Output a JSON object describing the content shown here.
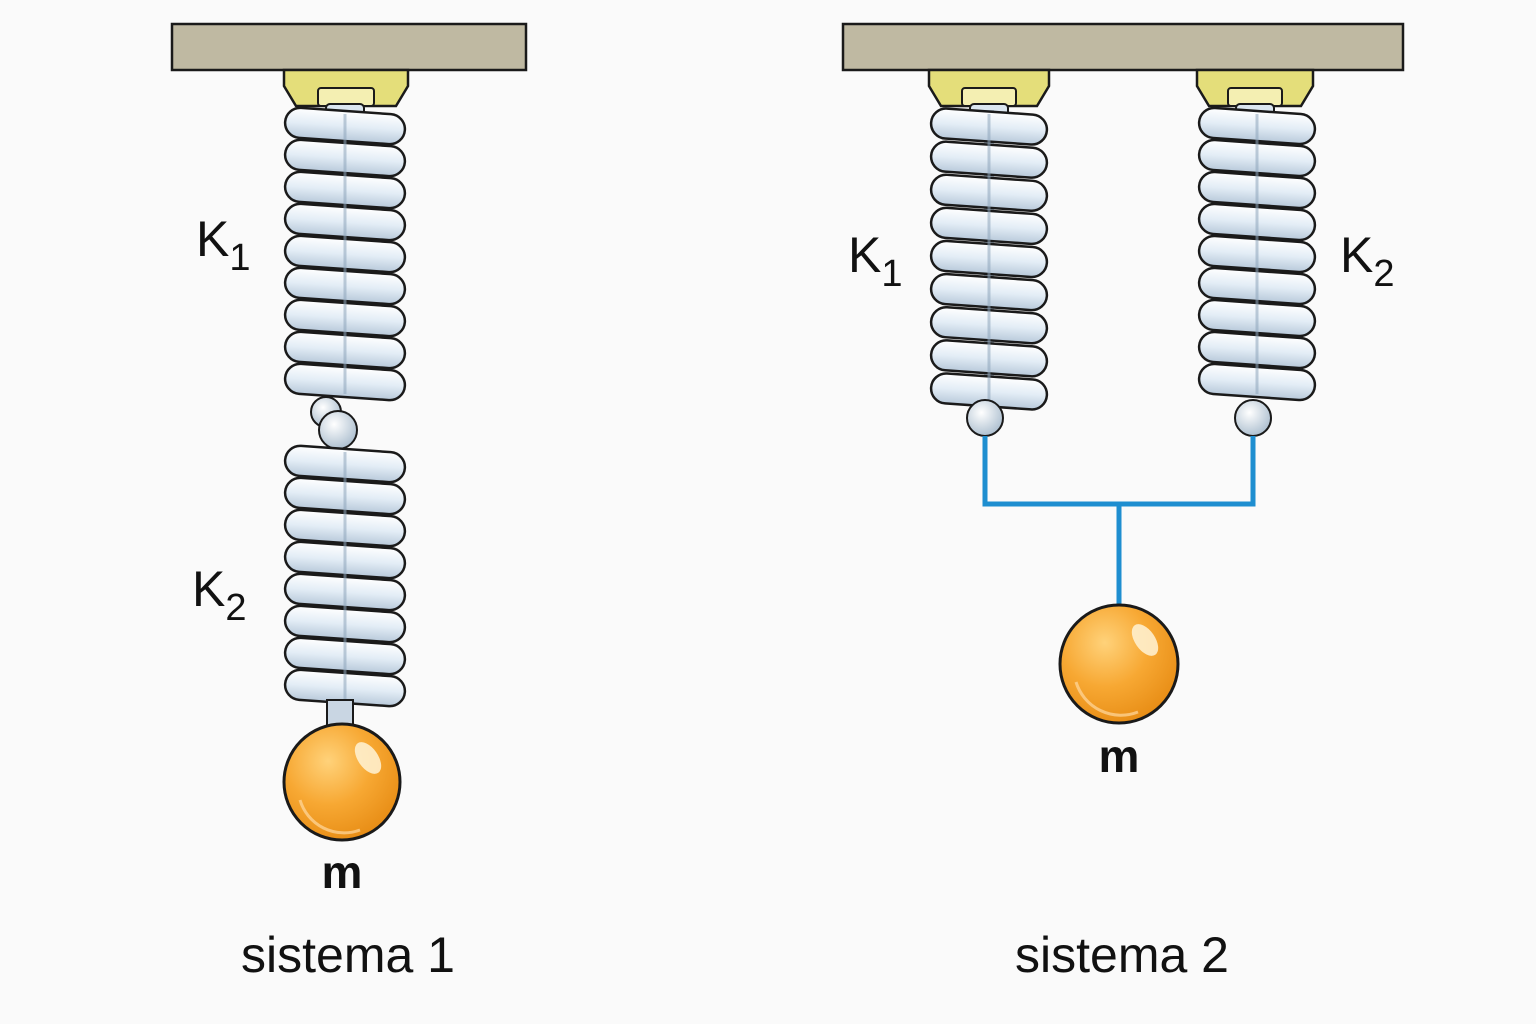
{
  "system1": {
    "spring_top": {
      "letter": "K",
      "sub": "1"
    },
    "spring_bottom": {
      "letter": "K",
      "sub": "2"
    },
    "mass_label": "m",
    "caption": "sistema 1"
  },
  "system2": {
    "spring_left": {
      "letter": "K",
      "sub": "1"
    },
    "spring_right": {
      "letter": "K",
      "sub": "2"
    },
    "mass_label": "m",
    "caption": "sistema 2"
  },
  "colors": {
    "ceiling": "#bfb9a2",
    "mount": "#e4de7a",
    "spring": "#dfe9f2",
    "spring_outline": "#1a1a1a",
    "connector": "#1e8ed0",
    "mass": "#f5a530",
    "mass_highlight": "#ffe6b0",
    "background": "#fafafa"
  }
}
